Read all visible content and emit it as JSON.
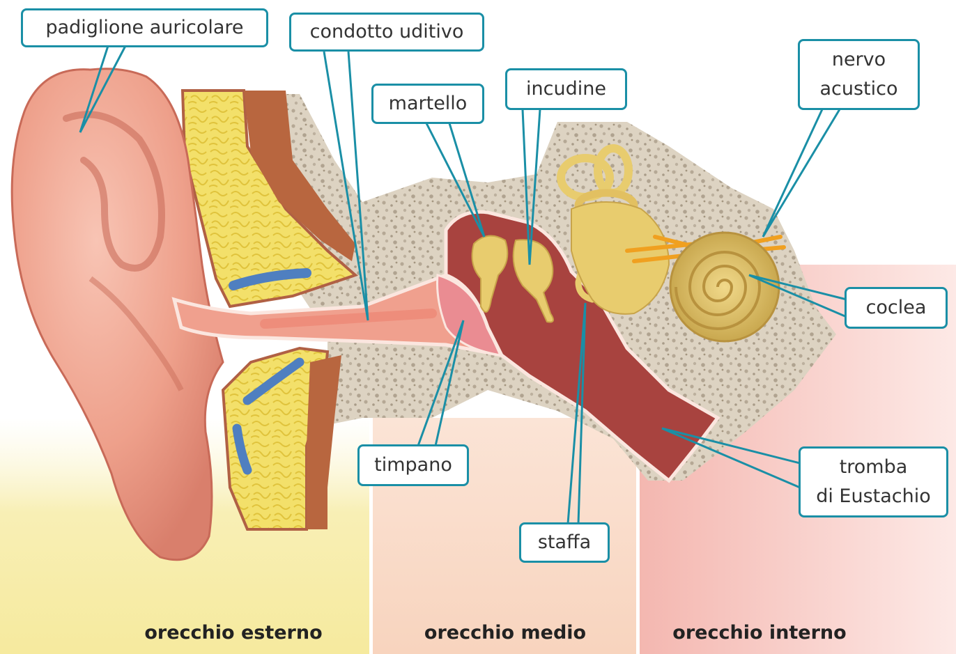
{
  "labels": {
    "padiglione": "padiglione auricolare",
    "condotto": "condotto uditivo",
    "martello": "martello",
    "incudine": "incudine",
    "nervo_line1": "nervo",
    "nervo_line2": "acustico",
    "coclea": "coclea",
    "timpano": "timpano",
    "staffa": "staffa",
    "tromba_line1": "tromba",
    "tromba_line2": "di Eustachio"
  },
  "regions": {
    "esterno": "orecchio esterno",
    "medio": "orecchio medio",
    "interno": "orecchio interno"
  },
  "colors": {
    "leader": "#1a8fa6",
    "region_esterno": "#f7f0b8",
    "region_medio": "#f9d9c4",
    "region_interno": "#f6c2bc",
    "skin": "#eda592",
    "bone": "#ddd2c0",
    "fat": "#f2df5a",
    "ossicle": "#e8cc6e",
    "cavity": "#a8433f"
  }
}
